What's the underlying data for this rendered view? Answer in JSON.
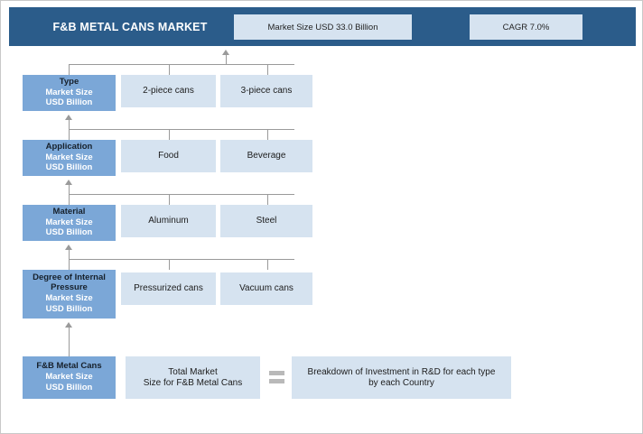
{
  "header": {
    "title": "F&B METAL CANS MARKET",
    "chips": [
      {
        "name": "market-size",
        "label": "Market Size USD 33.0 Billion"
      },
      {
        "name": "cagr",
        "label": "CAGR 7.0%"
      }
    ],
    "colors": {
      "bar": "#2B5C8A",
      "chip": "#D6E3F0",
      "title_text": "#FFFFFF"
    }
  },
  "colors": {
    "segment_box": "#7BA7D7",
    "item_box": "#D6E3F0",
    "connector": "#9A9A9A",
    "figure_border": "#C9C9C9",
    "equals_glyph": "#B9B9B9"
  },
  "segment_subtitle": "Market Size\nUSD Billion",
  "rows": [
    {
      "segment": {
        "title": "Type",
        "sub_line1": "Market Size",
        "sub_line2": "USD Billion"
      },
      "items": [
        {
          "label": "2-piece cans"
        },
        {
          "label": "3-piece cans"
        }
      ]
    },
    {
      "segment": {
        "title": "Application",
        "sub_line1": "Market Size",
        "sub_line2": "USD Billion"
      },
      "items": [
        {
          "label": "Food"
        },
        {
          "label": "Beverage"
        }
      ]
    },
    {
      "segment": {
        "title": "Material",
        "sub_line1": "Market Size",
        "sub_line2": "USD Billion"
      },
      "items": [
        {
          "label": "Aluminum"
        },
        {
          "label": "Steel"
        }
      ]
    },
    {
      "segment": {
        "title": "Degree of Internal Pressure",
        "sub_line1": "Market Size",
        "sub_line2": "USD Billion"
      },
      "items": [
        {
          "label": "Pressurized cans"
        },
        {
          "label": "Vacuum cans"
        }
      ]
    }
  ],
  "bottom": {
    "segment": {
      "title": "F&B Metal Cans",
      "sub_line1": "Market Size",
      "sub_line2": "USD Billion"
    },
    "total_box": {
      "line1": "Total Market",
      "line2": "Size for F&B Metal Cans"
    },
    "operator": "=",
    "breakdown_box": {
      "line1": "Breakdown of Investment in R&D for each type",
      "line2": "by each Country"
    }
  }
}
